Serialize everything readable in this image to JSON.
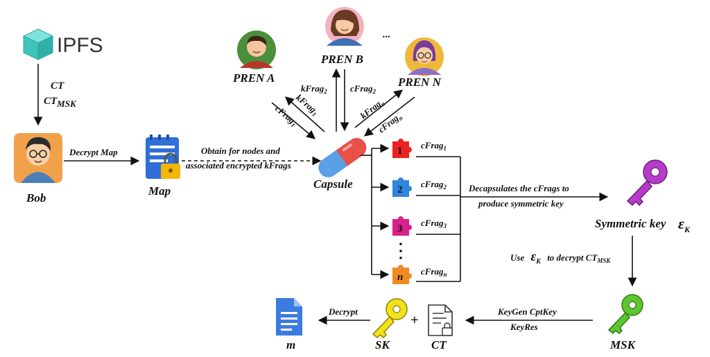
{
  "nodes": {
    "ipfs": "IPFS",
    "bob": "Bob",
    "map": "Map",
    "capsule": "Capsule",
    "pren_a": "PREN A",
    "pren_b": "PREN B",
    "pren_n": "PREN N",
    "ellipsis": "...",
    "symmetric_key": "Symmetric key",
    "epsilon_k": "ε",
    "epsilon_sub": "K",
    "msk": "MSK",
    "ct": "CT",
    "sk": "SK",
    "m": "m",
    "plus": "+"
  },
  "edges": {
    "ipfs_ct": "CT",
    "ipfs_ctmsk": "CT",
    "ipfs_ctmsk_sub": "MSK",
    "decrypt_map": "Decrypt Map",
    "obtain_line1": "Obtain for nodes and",
    "obtain_line2": "associated encrypted kFrags",
    "kfrag": "kFrag",
    "cfrag": "cFrag",
    "sub_1": "1",
    "sub_2": "2",
    "sub_n": "n",
    "decap_line1": "Decapsulates the cFrags  to",
    "decap_line2": "produce symmetric key",
    "use_prefix": "Use",
    "use_suffix": "to decrypt CT",
    "use_sub": "MSK",
    "keygen_line1": "KeyGen CptKey",
    "keygen_line2": "KeyRes",
    "decrypt": "Decrypt"
  },
  "fragments": [
    {
      "num": "1",
      "label": "cFrag",
      "sub": "1",
      "color": "#e8231f"
    },
    {
      "num": "2",
      "label": "cFrag",
      "sub": "2",
      "color": "#2e86de"
    },
    {
      "num": "3",
      "label": "cFrag",
      "sub": "3",
      "color": "#d6228a"
    },
    {
      "num": "n",
      "label": "cFrag",
      "sub": "n",
      "color": "#f08a24"
    }
  ],
  "colors": {
    "ipfs_cube": "#4dd0c8",
    "map_doc": "#2f6fd6",
    "lock": "#f2b705",
    "purple_key": "#b43cc9",
    "green_key": "#5cc52f",
    "yellow_key": "#f3e11c",
    "doc_blue": "#3d7be0",
    "capsule_red": "#e8504a",
    "capsule_blue": "#5aa0e8"
  },
  "icons": [
    "ipfs-cube-icon",
    "bob-avatar-icon",
    "map-document-icon",
    "lock-icon",
    "capsule-pill-icon",
    "pren-a-avatar-icon",
    "pren-b-avatar-icon",
    "pren-n-avatar-icon",
    "puzzle-piece-icon",
    "purple-key-icon",
    "green-key-icon",
    "yellow-key-icon",
    "ciphertext-document-icon",
    "plaintext-document-icon"
  ]
}
